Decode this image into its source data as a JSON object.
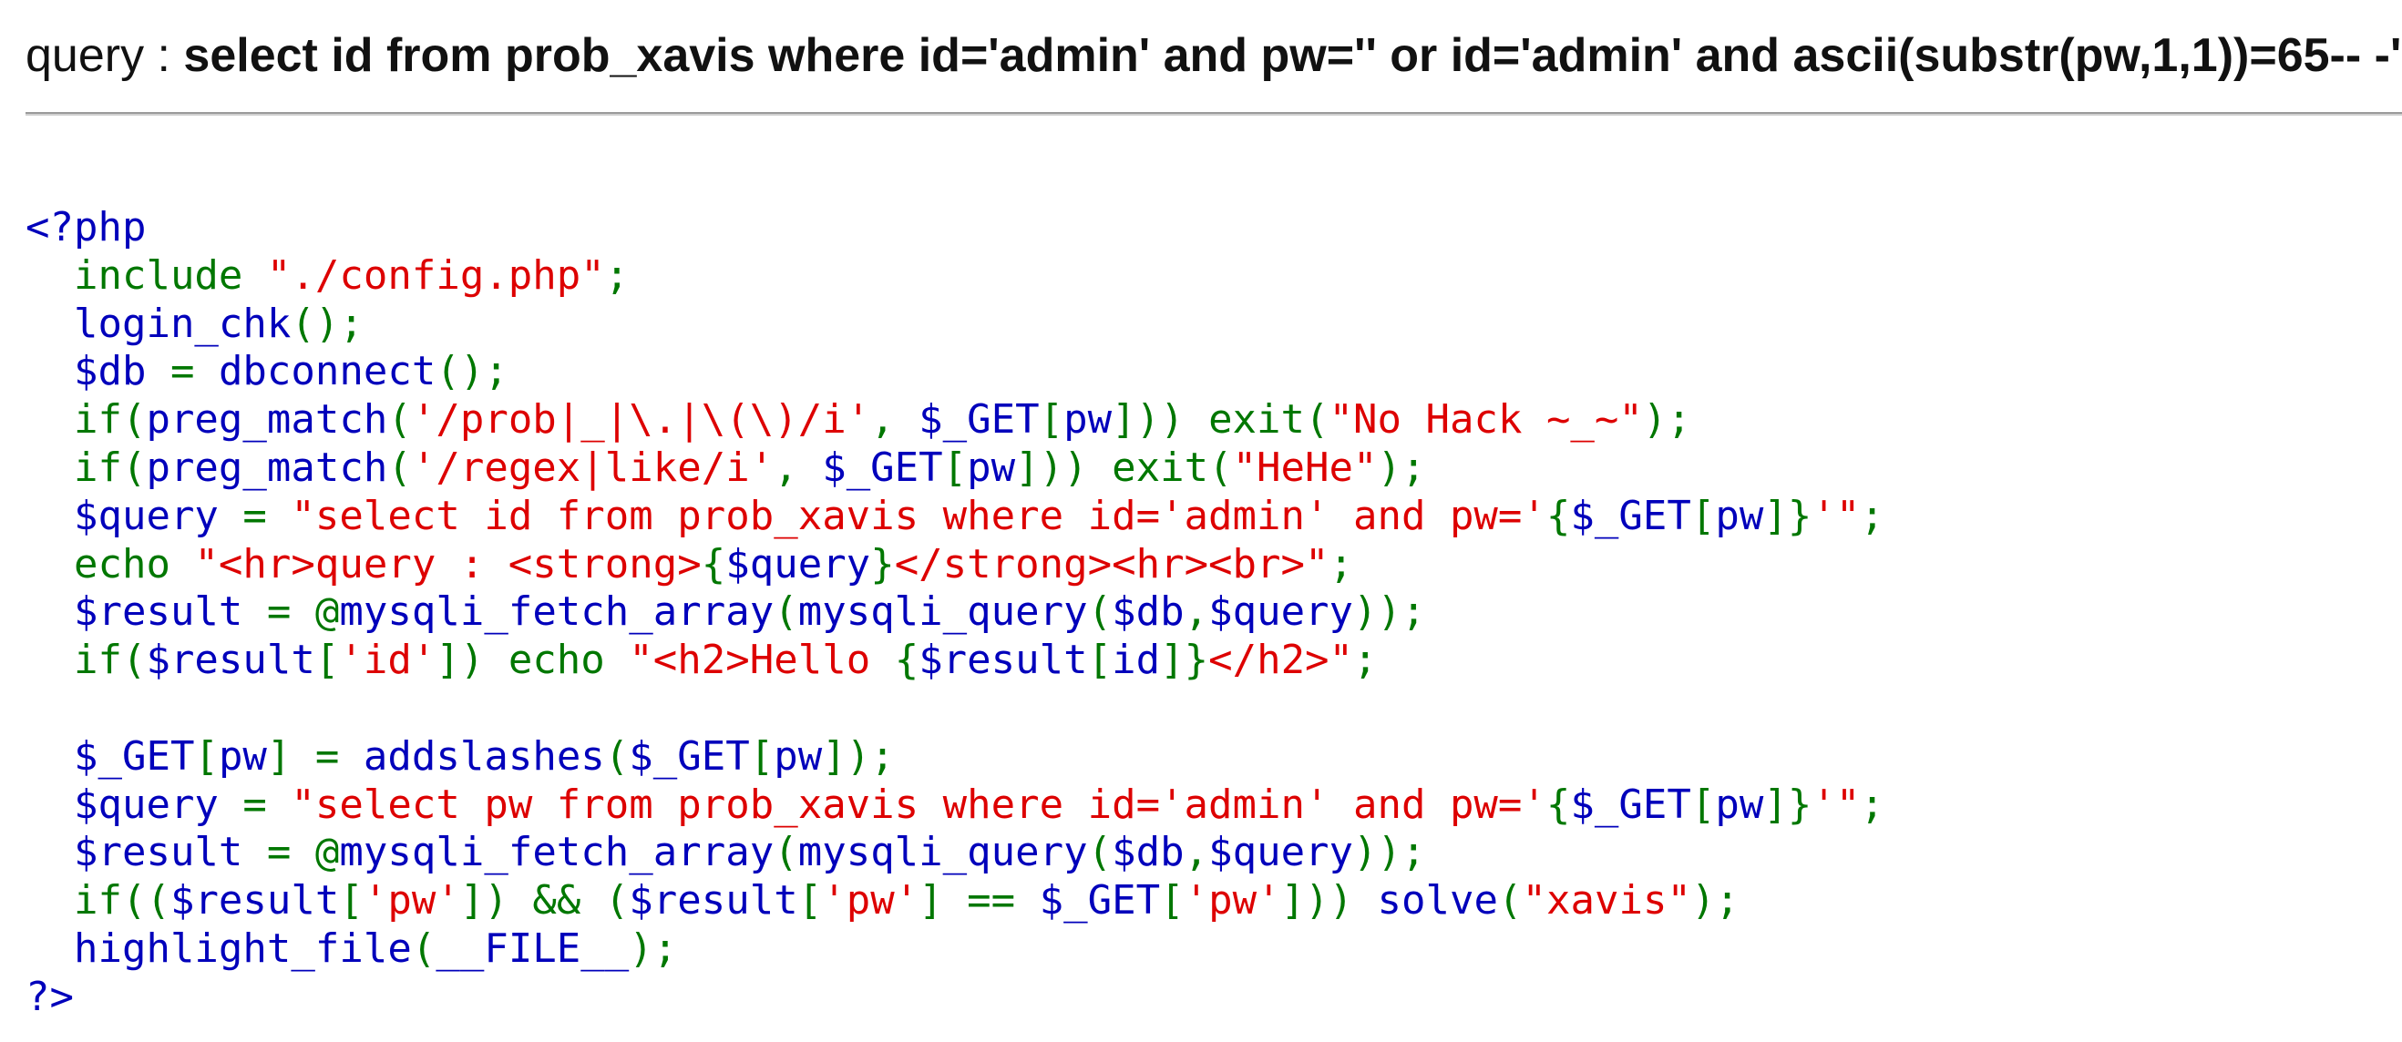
{
  "query_line": {
    "label": "query : ",
    "sql": "select id from prob_xavis where id='admin' and pw='' or id='admin' and ascii(substr(pw,1,1))=65-- -'"
  },
  "colors": {
    "default": "#0000BB",
    "keyword": "#007700",
    "string": "#DD0000",
    "text": "#111111",
    "rule": "#9A9A9A"
  },
  "source_lines": [
    [
      {
        "t": "<?php",
        "c": "default"
      }
    ],
    [
      {
        "t": "  include ",
        "c": "keyword"
      },
      {
        "t": "\"./config.php\"",
        "c": "string"
      },
      {
        "t": ";",
        "c": "keyword"
      }
    ],
    [
      {
        "t": "  login_chk",
        "c": "default"
      },
      {
        "t": "();",
        "c": "keyword"
      }
    ],
    [
      {
        "t": "  $db ",
        "c": "default"
      },
      {
        "t": "= ",
        "c": "keyword"
      },
      {
        "t": "dbconnect",
        "c": "default"
      },
      {
        "t": "();",
        "c": "keyword"
      }
    ],
    [
      {
        "t": "  if(",
        "c": "keyword"
      },
      {
        "t": "preg_match",
        "c": "default"
      },
      {
        "t": "(",
        "c": "keyword"
      },
      {
        "t": "'/prob|_|\\.|\\(\\)/i'",
        "c": "string"
      },
      {
        "t": ", ",
        "c": "keyword"
      },
      {
        "t": "$_GET",
        "c": "default"
      },
      {
        "t": "[",
        "c": "keyword"
      },
      {
        "t": "pw",
        "c": "default"
      },
      {
        "t": "])) exit(",
        "c": "keyword"
      },
      {
        "t": "\"No Hack ~_~\"",
        "c": "string"
      },
      {
        "t": ");",
        "c": "keyword"
      }
    ],
    [
      {
        "t": "  if(",
        "c": "keyword"
      },
      {
        "t": "preg_match",
        "c": "default"
      },
      {
        "t": "(",
        "c": "keyword"
      },
      {
        "t": "'/regex|like/i'",
        "c": "string"
      },
      {
        "t": ", ",
        "c": "keyword"
      },
      {
        "t": "$_GET",
        "c": "default"
      },
      {
        "t": "[",
        "c": "keyword"
      },
      {
        "t": "pw",
        "c": "default"
      },
      {
        "t": "])) exit(",
        "c": "keyword"
      },
      {
        "t": "\"HeHe\"",
        "c": "string"
      },
      {
        "t": ");",
        "c": "keyword"
      }
    ],
    [
      {
        "t": "  $query ",
        "c": "default"
      },
      {
        "t": "= ",
        "c": "keyword"
      },
      {
        "t": "\"select id from prob_xavis where id='admin' and pw='",
        "c": "string"
      },
      {
        "t": "{",
        "c": "keyword"
      },
      {
        "t": "$_GET",
        "c": "default"
      },
      {
        "t": "[",
        "c": "keyword"
      },
      {
        "t": "pw",
        "c": "default"
      },
      {
        "t": "]}",
        "c": "keyword"
      },
      {
        "t": "'\"",
        "c": "string"
      },
      {
        "t": ";",
        "c": "keyword"
      }
    ],
    [
      {
        "t": "  echo ",
        "c": "keyword"
      },
      {
        "t": "\"<hr>query : <strong>",
        "c": "string"
      },
      {
        "t": "{",
        "c": "keyword"
      },
      {
        "t": "$query",
        "c": "default"
      },
      {
        "t": "}",
        "c": "keyword"
      },
      {
        "t": "</strong><hr><br>\"",
        "c": "string"
      },
      {
        "t": ";",
        "c": "keyword"
      }
    ],
    [
      {
        "t": "  $result ",
        "c": "default"
      },
      {
        "t": "= @",
        "c": "keyword"
      },
      {
        "t": "mysqli_fetch_array",
        "c": "default"
      },
      {
        "t": "(",
        "c": "keyword"
      },
      {
        "t": "mysqli_query",
        "c": "default"
      },
      {
        "t": "(",
        "c": "keyword"
      },
      {
        "t": "$db",
        "c": "default"
      },
      {
        "t": ",",
        "c": "keyword"
      },
      {
        "t": "$query",
        "c": "default"
      },
      {
        "t": "));",
        "c": "keyword"
      }
    ],
    [
      {
        "t": "  if(",
        "c": "keyword"
      },
      {
        "t": "$result",
        "c": "default"
      },
      {
        "t": "[",
        "c": "keyword"
      },
      {
        "t": "'id'",
        "c": "string"
      },
      {
        "t": "]) echo ",
        "c": "keyword"
      },
      {
        "t": "\"<h2>Hello ",
        "c": "string"
      },
      {
        "t": "{",
        "c": "keyword"
      },
      {
        "t": "$result",
        "c": "default"
      },
      {
        "t": "[",
        "c": "keyword"
      },
      {
        "t": "id",
        "c": "default"
      },
      {
        "t": "]}",
        "c": "keyword"
      },
      {
        "t": "</h2>\"",
        "c": "string"
      },
      {
        "t": ";",
        "c": "keyword"
      }
    ],
    [
      {
        "t": " ",
        "c": "default"
      }
    ],
    [
      {
        "t": "  $_GET",
        "c": "default"
      },
      {
        "t": "[",
        "c": "keyword"
      },
      {
        "t": "pw",
        "c": "default"
      },
      {
        "t": "] = ",
        "c": "keyword"
      },
      {
        "t": "addslashes",
        "c": "default"
      },
      {
        "t": "(",
        "c": "keyword"
      },
      {
        "t": "$_GET",
        "c": "default"
      },
      {
        "t": "[",
        "c": "keyword"
      },
      {
        "t": "pw",
        "c": "default"
      },
      {
        "t": "]);",
        "c": "keyword"
      }
    ],
    [
      {
        "t": "  $query ",
        "c": "default"
      },
      {
        "t": "= ",
        "c": "keyword"
      },
      {
        "t": "\"select pw from prob_xavis where id='admin' and pw='",
        "c": "string"
      },
      {
        "t": "{",
        "c": "keyword"
      },
      {
        "t": "$_GET",
        "c": "default"
      },
      {
        "t": "[",
        "c": "keyword"
      },
      {
        "t": "pw",
        "c": "default"
      },
      {
        "t": "]}",
        "c": "keyword"
      },
      {
        "t": "'\"",
        "c": "string"
      },
      {
        "t": ";",
        "c": "keyword"
      }
    ],
    [
      {
        "t": "  $result ",
        "c": "default"
      },
      {
        "t": "= @",
        "c": "keyword"
      },
      {
        "t": "mysqli_fetch_array",
        "c": "default"
      },
      {
        "t": "(",
        "c": "keyword"
      },
      {
        "t": "mysqli_query",
        "c": "default"
      },
      {
        "t": "(",
        "c": "keyword"
      },
      {
        "t": "$db",
        "c": "default"
      },
      {
        "t": ",",
        "c": "keyword"
      },
      {
        "t": "$query",
        "c": "default"
      },
      {
        "t": "));",
        "c": "keyword"
      }
    ],
    [
      {
        "t": "  if((",
        "c": "keyword"
      },
      {
        "t": "$result",
        "c": "default"
      },
      {
        "t": "[",
        "c": "keyword"
      },
      {
        "t": "'pw'",
        "c": "string"
      },
      {
        "t": "]) && (",
        "c": "keyword"
      },
      {
        "t": "$result",
        "c": "default"
      },
      {
        "t": "[",
        "c": "keyword"
      },
      {
        "t": "'pw'",
        "c": "string"
      },
      {
        "t": "] == ",
        "c": "keyword"
      },
      {
        "t": "$_GET",
        "c": "default"
      },
      {
        "t": "[",
        "c": "keyword"
      },
      {
        "t": "'pw'",
        "c": "string"
      },
      {
        "t": "])) ",
        "c": "keyword"
      },
      {
        "t": "solve",
        "c": "default"
      },
      {
        "t": "(",
        "c": "keyword"
      },
      {
        "t": "\"xavis\"",
        "c": "string"
      },
      {
        "t": ");",
        "c": "keyword"
      }
    ],
    [
      {
        "t": "  highlight_file",
        "c": "default"
      },
      {
        "t": "(",
        "c": "keyword"
      },
      {
        "t": "__FILE__",
        "c": "default"
      },
      {
        "t": ");",
        "c": "keyword"
      }
    ],
    [
      {
        "t": "?>",
        "c": "default"
      }
    ]
  ]
}
